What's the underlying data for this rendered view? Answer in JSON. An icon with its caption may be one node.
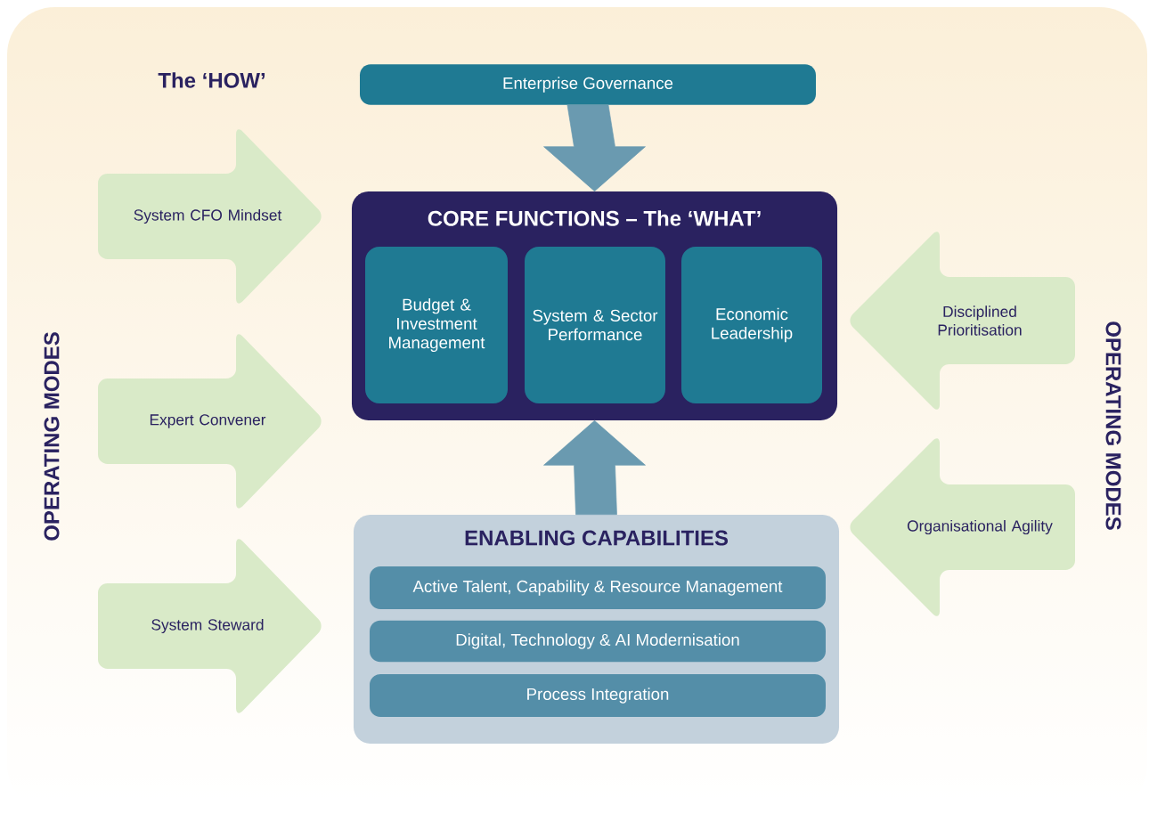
{
  "diagram": {
    "nodes": [
      {
        "text": [
          "Enterprise Governance"
        ]
      },
      {
        "text": [
          "CORE FUNCTIONS – The ‘WHAT’"
        ]
      },
      {
        "text": [
          "Budget & Investment Management"
        ],
        "in": 1
      },
      {
        "text": [
          "System & Sector Performance"
        ],
        "in": 1
      },
      {
        "text": [
          "Economic Leadership"
        ],
        "in": 1
      },
      {
        "text": [
          "ENABLING CAPABILITIES"
        ]
      },
      {
        "text": [
          "Active Talent, Capability & Resource Management"
        ],
        "in": 5
      },
      {
        "text": [
          "Digital, Technology & AI Modernisation"
        ],
        "in": 5
      },
      {
        "text": [
          "Process Integration"
        ],
        "in": 5
      },
      {
        "text": [
          "System CFO Mindset"
        ]
      },
      {
        "text": [
          "Expert Convener"
        ]
      },
      {
        "text": [
          "System Steward"
        ]
      },
      {
        "text": [
          "Disciplined Prioritisation"
        ]
      },
      {
        "text": [
          "Organisational Agility"
        ]
      }
    ],
    "edges": [
      {
        "from": 0,
        "to": 1,
        "arrow": "to"
      },
      {
        "from": 5,
        "to": 1,
        "arrow": "to"
      }
    ],
    "labels": [
      "The ‘HOW’",
      "OPERATING MODES",
      "OPERATING MODES"
    ]
  }
}
